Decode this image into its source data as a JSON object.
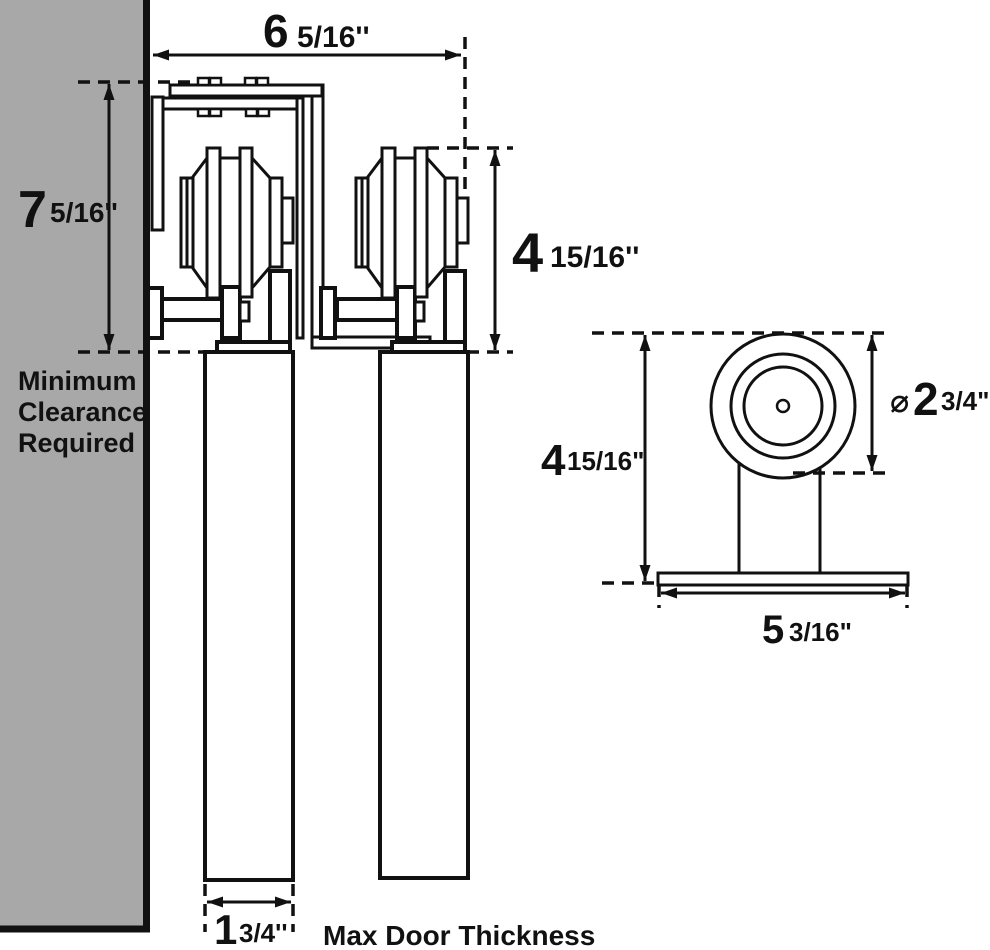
{
  "diagram": {
    "kind": "technical-dimension-drawing",
    "subject": "Sliding door roller hardware: wall side view with two hangers and doors, plus roller front view"
  },
  "colors": {
    "wall": "#a8a8a8",
    "line": "#111111",
    "bg": "#ffffff"
  },
  "side_view": {
    "clearance_note": {
      "line1": "Minimum",
      "line2": "Clearance",
      "line3": "Required"
    },
    "track_width": {
      "whole": "6",
      "fraction": "5/16''"
    },
    "clearance_height": {
      "whole": "7",
      "fraction": "5/16''"
    },
    "hanger_height": {
      "whole": "4",
      "fraction": "15/16''"
    },
    "door_thickness": {
      "whole": "1",
      "fraction": "3/4''"
    },
    "door_thickness_note": "Max Door Thickness"
  },
  "front_view": {
    "hanger_height": {
      "whole": "4",
      "fraction": "15/16\""
    },
    "wheel_diameter": {
      "symbol": "⌀",
      "whole": "2",
      "fraction": "3/4\""
    },
    "base_width": {
      "whole": "5",
      "fraction": "3/16\""
    }
  }
}
